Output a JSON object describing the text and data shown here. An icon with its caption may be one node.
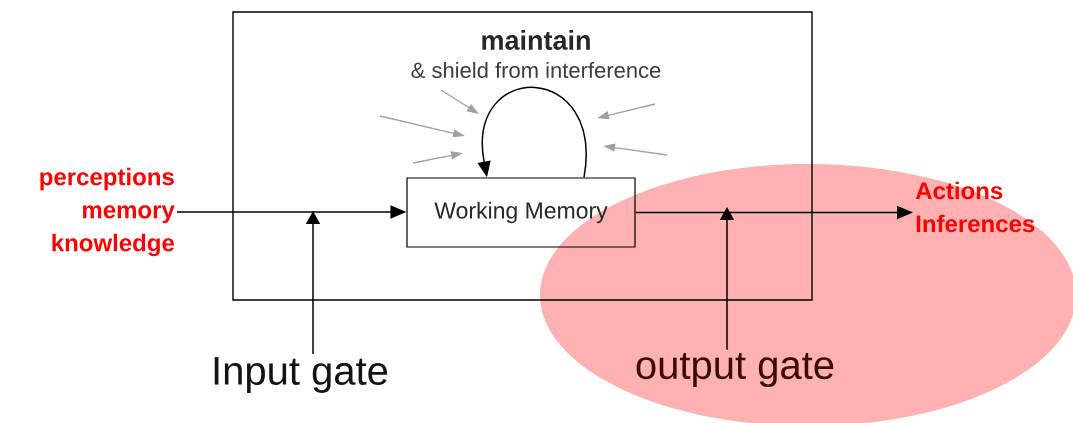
{
  "diagram": {
    "nodes": [
      {
        "text": [
          "maintain",
          "& shield from interference"
        ]
      },
      {
        "text": [
          "Working Memory"
        ],
        "in": 0
      },
      {
        "text": [
          "perceptions memory knowledge"
        ]
      },
      {
        "text": [
          "Actions Inferences"
        ]
      },
      {
        "text": [
          "Input gate"
        ]
      },
      {
        "text": [
          "output gate"
        ]
      }
    ],
    "edges": [
      {
        "from": 2,
        "to": 1,
        "arrow": "to"
      },
      {
        "from": 1,
        "to": 3,
        "arrow": "to"
      },
      {
        "from": 1,
        "to": 1,
        "arrow": "to"
      },
      {
        "from": 4,
        "to": null,
        "arrow": "to"
      },
      {
        "from": 5,
        "to": null,
        "arrow": "to"
      }
    ]
  }
}
